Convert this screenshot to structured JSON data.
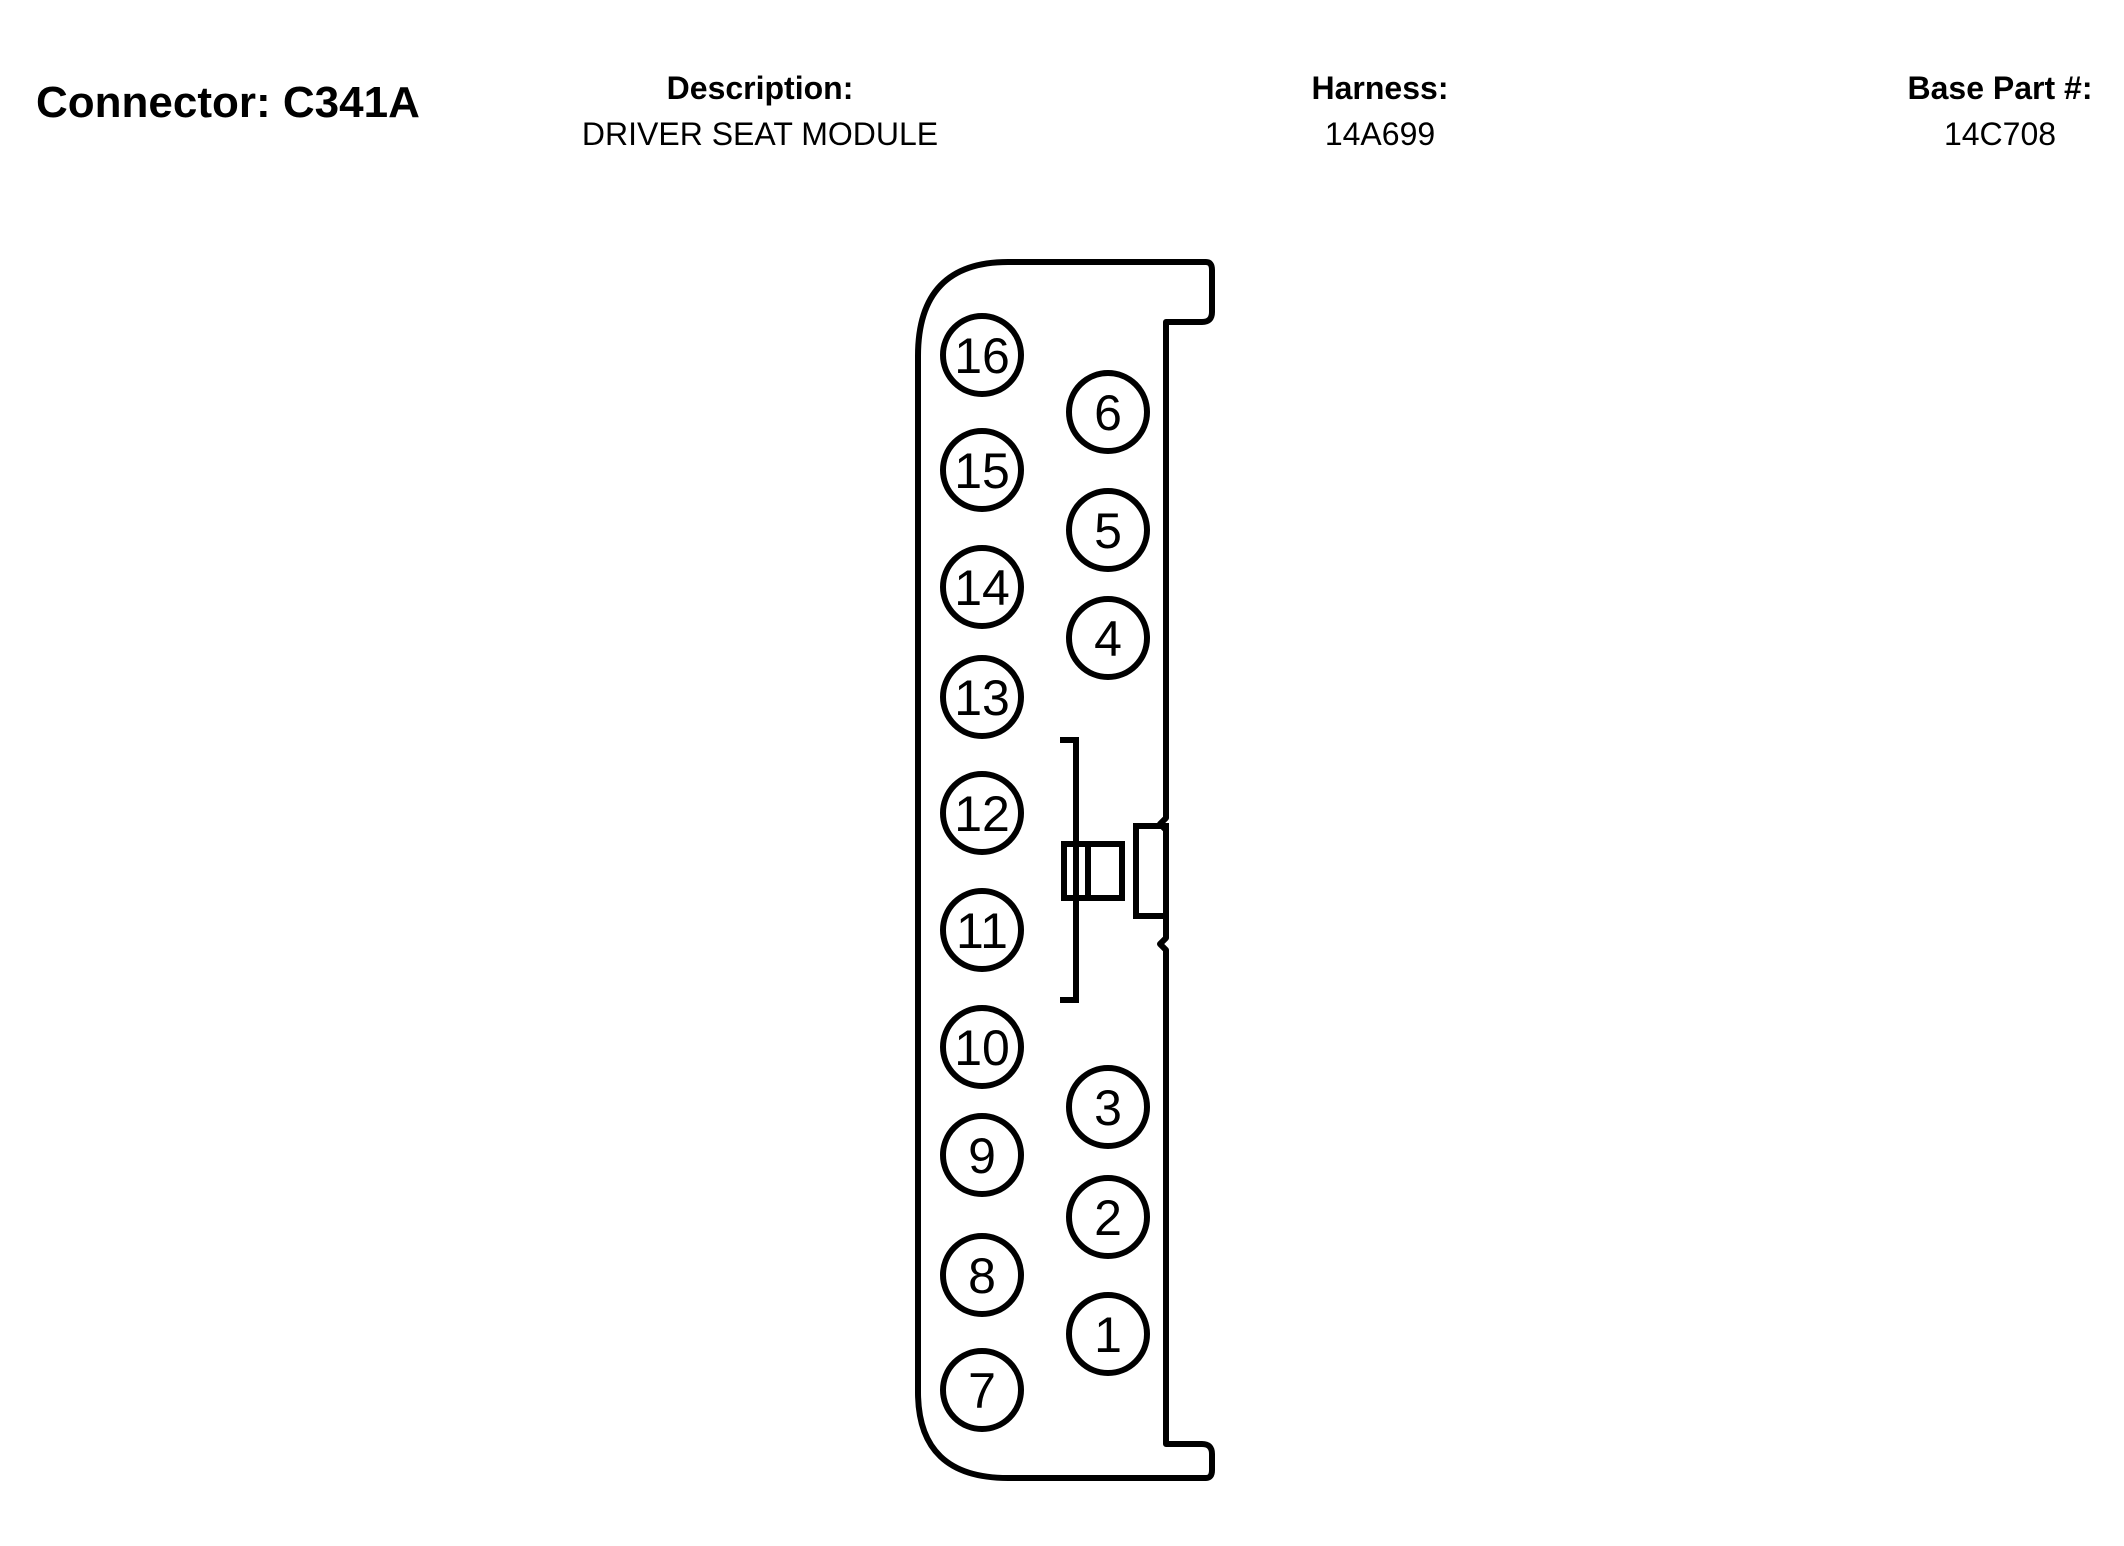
{
  "header": {
    "connector_label": "Connector:",
    "connector_id": "C341A",
    "description_label": "Description:",
    "description_value": "DRIVER SEAT MODULE",
    "harness_label": "Harness:",
    "harness_value": "14A699",
    "base_part_label": "Base Part #:",
    "base_part_value": "14C708"
  },
  "pins": {
    "left_column": [
      "16",
      "15",
      "14",
      "13",
      "12",
      "11",
      "10",
      "9",
      "8",
      "7"
    ],
    "right_column": [
      "6",
      "5",
      "4",
      "3",
      "2",
      "1"
    ]
  }
}
